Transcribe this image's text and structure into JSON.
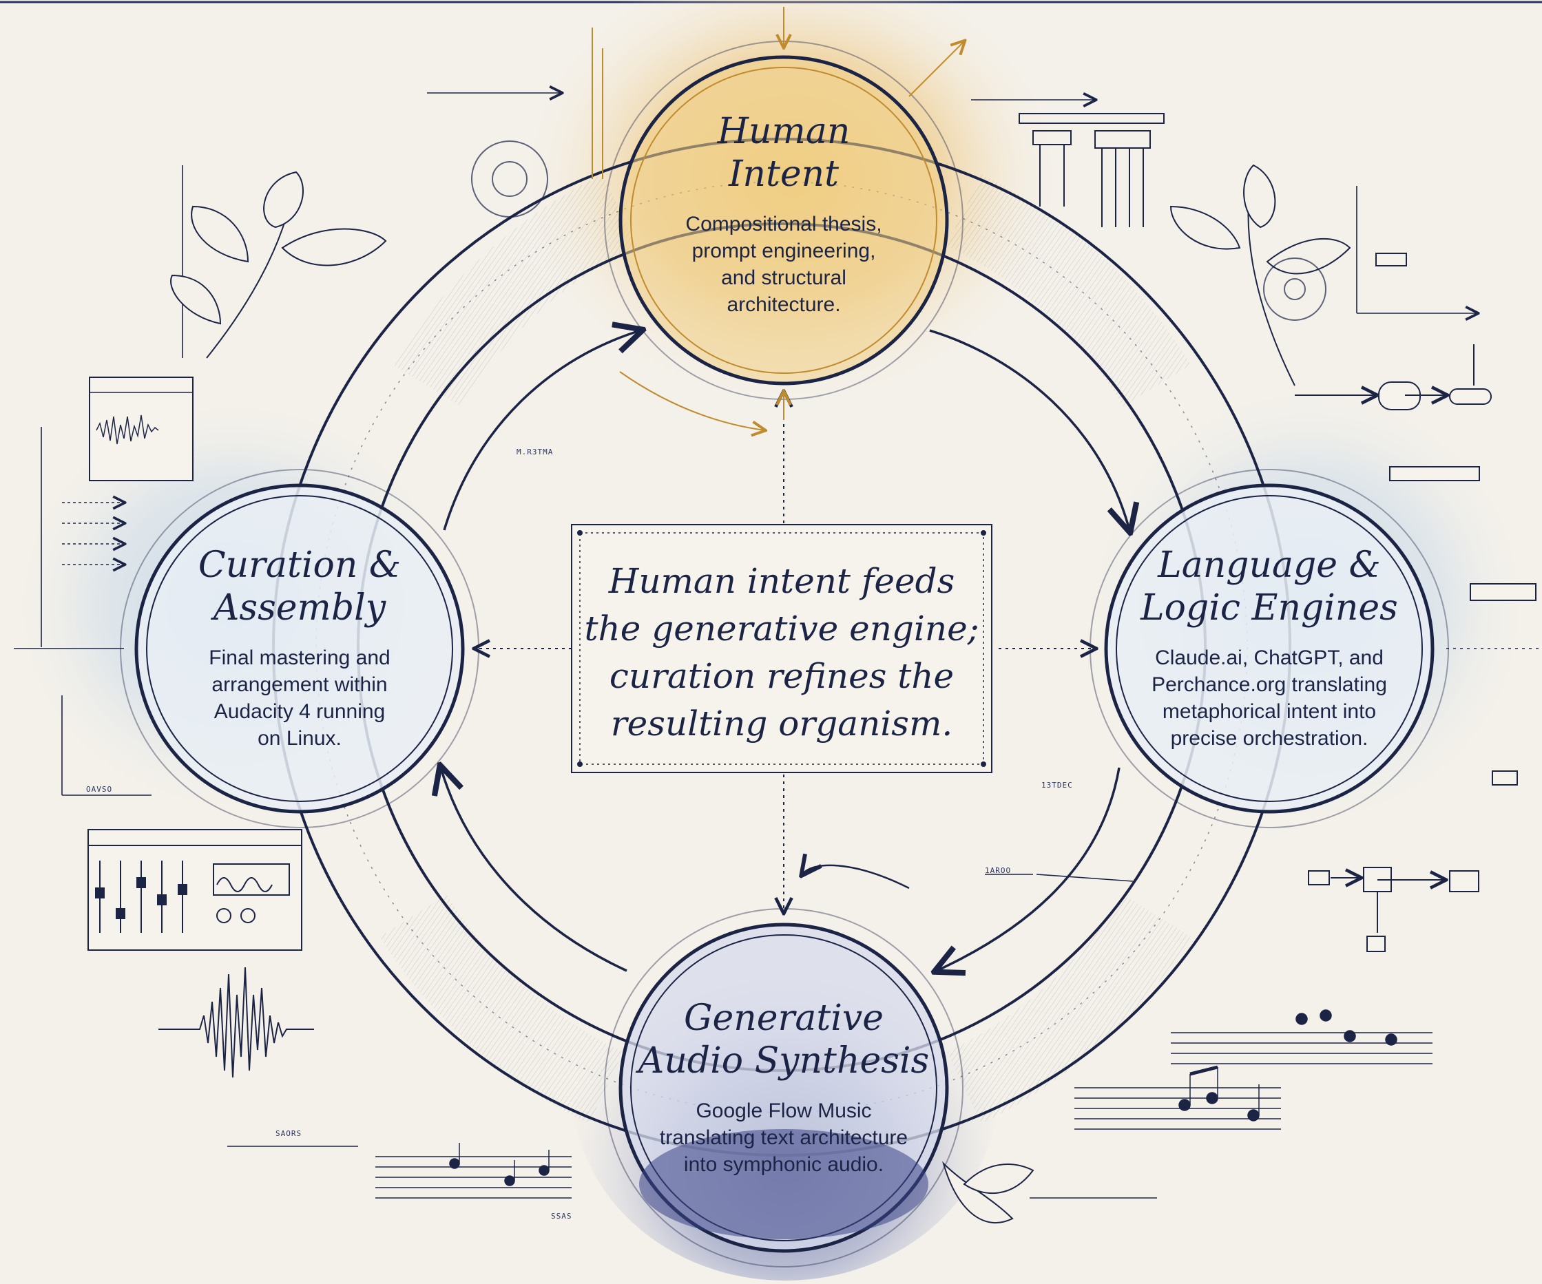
{
  "nodes": {
    "human_intent": {
      "title_line1": "Human",
      "title_line2": "Intent",
      "desc_line1": "Compositional thesis,",
      "desc_line2": "prompt engineering,",
      "desc_line3": "and structural",
      "desc_line4": "architecture."
    },
    "language_logic": {
      "title_line1": "Language &",
      "title_line2": "Logic Engines",
      "desc_line1": "Claude.ai, ChatGPT, and",
      "desc_line2": "Perchance.org translating",
      "desc_line3": "metaphorical intent into",
      "desc_line4": "precise orchestration."
    },
    "generative_audio": {
      "title_line1": "Generative",
      "title_line2": "Audio Synthesis",
      "desc_line1": "Google Flow Music",
      "desc_line2": "translating text architecture",
      "desc_line3": "into symphonic audio."
    },
    "curation_assembly": {
      "title_line1": "Curation &",
      "title_line2": "Assembly",
      "desc_line1": "Final mastering and",
      "desc_line2": "arrangement within",
      "desc_line3": "Audacity 4 running",
      "desc_line4": "on Linux."
    }
  },
  "center": {
    "line1": "Human intent feeds",
    "line2": "the generative engine;",
    "line3": "curation refines the",
    "line4": "resulting organism."
  },
  "colors": {
    "ink": "#1c2446",
    "gold_wash": "#e8b75a",
    "blue_wash": "#a9c4e0",
    "indigo_wash": "#4a5494",
    "paper": "#f4f1ea"
  }
}
